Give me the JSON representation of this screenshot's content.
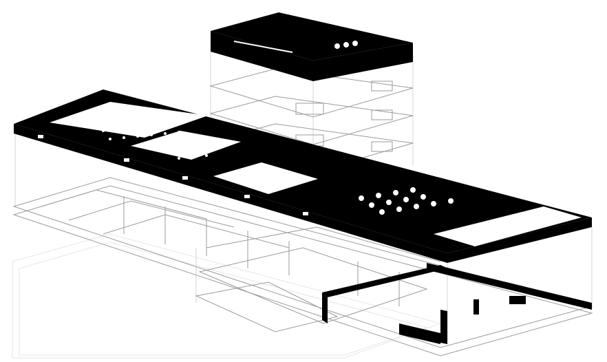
{
  "diagram": {
    "type": "exploded-axonometric",
    "colors": {
      "roof": "#000000",
      "background": "#ffffff",
      "plan_lines": "#9a9a9a",
      "ghost_lines": "#d0d0d0",
      "openings": "#ffffff"
    },
    "tower_floor_count": 3,
    "lower_level_count": 1
  }
}
